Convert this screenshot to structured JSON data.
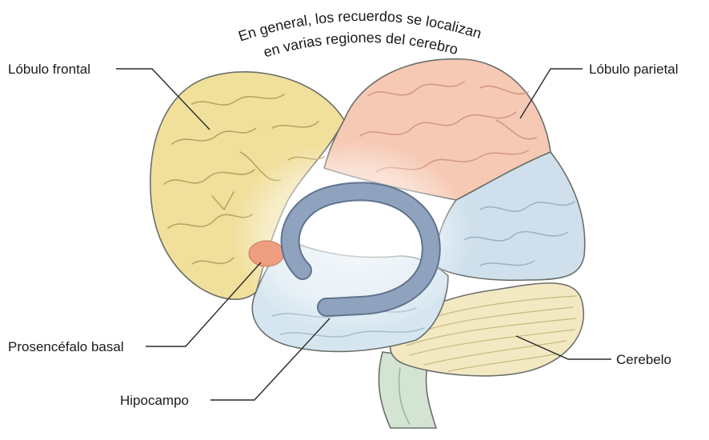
{
  "caption": {
    "line1": "En general, los recuerdos se localizan",
    "line2": "en varias regiones del cerebro"
  },
  "labels": {
    "frontal": "Lóbulo frontal",
    "parietal": "Lóbulo parietal",
    "basal_forebrain": "Prosencéfalo basal",
    "cerebellum": "Cerebelo",
    "hippocampus": "Hipocampo"
  },
  "colors": {
    "frontal": "#f1df9c",
    "parietal": "#f6c9b4",
    "occipital": "#cfe0ec",
    "temporal": "#d6e6f0",
    "cerebellum": "#f2e8c2",
    "brainstem": "#d4e4d2",
    "hippocampus": "#8fa3bf",
    "basal_forebrain": "#ee9e80",
    "outline": "#6b6f6a"
  }
}
